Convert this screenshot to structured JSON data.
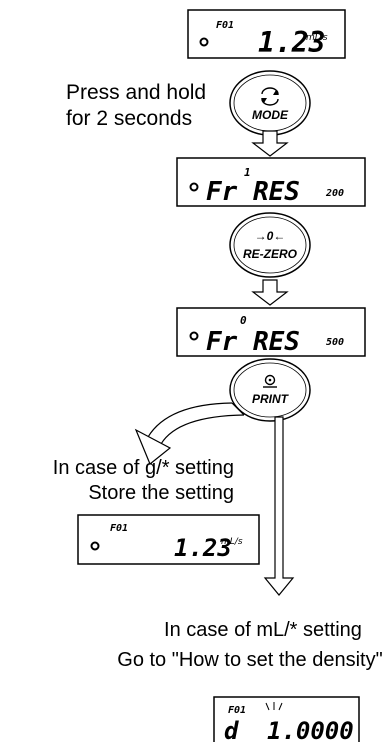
{
  "displays": {
    "initial": {
      "indicator": "F01",
      "value": "1.23",
      "unit": "mL/s"
    },
    "step1": {
      "digit": "1",
      "text": "Fr RES",
      "sub": "200"
    },
    "step2": {
      "digit": "0",
      "text": "Fr RES",
      "sub": "500"
    },
    "stored": {
      "indicator": "F01",
      "value": "1.23",
      "unit": "mL/s"
    },
    "density": {
      "indicator": "F01",
      "text": "d",
      "value": "1.0000"
    }
  },
  "buttons": {
    "mode": {
      "label": "MODE",
      "icon": "cycle-arrows-icon"
    },
    "rezero": {
      "label": "RE-ZERO",
      "symbol": "→0←"
    },
    "print": {
      "label": "PRINT",
      "icon": "print-symbol-icon"
    }
  },
  "captions": {
    "press_hold_line1": "Press and hold",
    "press_hold_line2": "for 2 seconds",
    "case_g_line1": "In case of  g/* setting",
    "case_g_line2": "Store the setting",
    "case_ml_line1": "In case of  mL/* setting",
    "case_ml_line2": "Go to \"How to set the density\""
  },
  "unit_parts": {
    "ml_numerator": "mL",
    "ml_denominator": "s"
  }
}
